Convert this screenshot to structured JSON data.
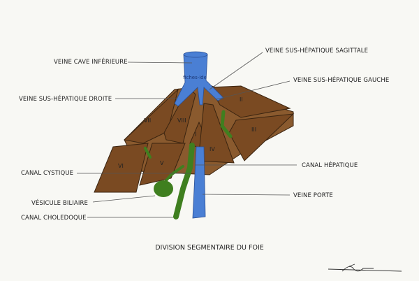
{
  "title": "DIVISION SEGMENTAIRE DU FOIE",
  "watermark": "fiches-ide",
  "labels": {
    "veine_cave": "VEINE CAVE INFÉRIEURE",
    "sus_hep_sagittale": "VEINE SUS-HÉPATIQUE SAGITTALE",
    "sus_hep_gauche": "VEINE SUS-HÉPATIQUE GAUCHE",
    "sus_hep_droite": "VEINE SUS-HÉPATIQUE DROITE",
    "canal_cystique": "CANAL CYSTIQUE",
    "canal_hepatique": "CANAL HÉPATIQUE",
    "vesicule": "VÉSICULE BILIAIRE",
    "veine_porte": "VEINE PORTE",
    "choledoque": "CANAL CHOLEDOQUE"
  },
  "segments": [
    "I",
    "II",
    "III",
    "IV",
    "V",
    "VI",
    "VII",
    "VIII"
  ],
  "colors": {
    "liver": "#7a4a22",
    "vein": "#4a7fd4",
    "bile": "#3f7f1f"
  }
}
